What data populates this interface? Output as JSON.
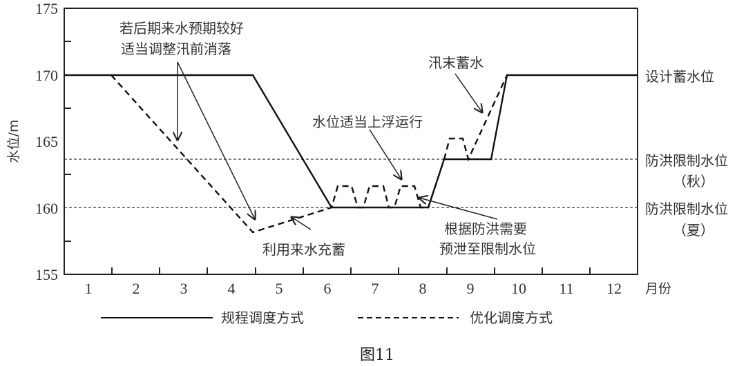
{
  "chart_data": {
    "type": "line",
    "title": "",
    "caption": "图11",
    "xlabel": "月份",
    "ylabel": "水位/m",
    "ylim": [
      155,
      175
    ],
    "xlim": [
      0.5,
      12.5
    ],
    "yticks": [
      155,
      160,
      165,
      170,
      175
    ],
    "yticks_minor": [
      157.5,
      162.5,
      167.5,
      172.5
    ],
    "xticks": [
      "1",
      "2",
      "3",
      "4",
      "5",
      "6",
      "7",
      "8",
      "9",
      "10",
      "11",
      "12"
    ],
    "grid": false,
    "legend_position": "bottom",
    "reference_lines": [
      {
        "name": "设计蓄水位",
        "value": 170,
        "style": "solid"
      },
      {
        "name": "防洪限制水位（秋）",
        "line1": "防洪限制水位",
        "line2": "（秋）",
        "value": 163.6,
        "style": "dotted"
      },
      {
        "name": "防洪限制水位（夏）",
        "line1": "防洪限制水位",
        "line2": "（夏）",
        "value": 160,
        "style": "dotted"
      }
    ],
    "series": [
      {
        "name": "规程调度方式",
        "style": "solid",
        "x": [
          0.5,
          4.4,
          6.0,
          8.2,
          8.5,
          9.5,
          9.8,
          12.5
        ],
        "y": [
          170,
          170,
          160,
          160,
          163.6,
          163.6,
          170,
          170
        ]
      },
      {
        "name": "优化调度方式",
        "style": "dashed",
        "x": [
          0.5,
          1.5,
          4.4,
          6.0,
          6.1,
          6.3,
          6.5,
          6.6,
          6.8,
          7.0,
          7.2,
          7.3,
          7.5,
          7.7,
          7.9,
          8.0,
          8.5,
          8.6,
          8.9,
          9.0,
          9.8,
          12.5
        ],
        "y": [
          170,
          170,
          158.1,
          160,
          161.6,
          161.6,
          160,
          160,
          161.6,
          161.6,
          160,
          160,
          161.6,
          161.6,
          160,
          160,
          163.6,
          165.2,
          165.2,
          163.6,
          170,
          170
        ]
      }
    ],
    "annotations": [
      {
        "text": [
          "若后期来水预期较好",
          "适当调整汛前消落"
        ],
        "target": "dashed drawdown in months 2–4"
      },
      {
        "text": [
          "利用来水充蓄"
        ],
        "target": "dashed refill in months 4–6"
      },
      {
        "text": [
          "水位适当上浮运行"
        ],
        "target": "dashed humps in months 6–8"
      },
      {
        "text": [
          "根据防洪需要",
          "预泄至限制水位"
        ],
        "target": "dashed return to 160 in month 8"
      },
      {
        "text": [
          "汛末蓄水"
        ],
        "target": "dashed rise in month 9"
      }
    ]
  },
  "labels": {
    "ylabel": "水位/m",
    "xlabel": "月份",
    "caption": "图11",
    "ann1_l1": "若后期来水预期较好",
    "ann1_l2": "适当调整汛前消落",
    "ann2": "利用来水充蓄",
    "ann3": "水位适当上浮运行",
    "ann4_l1": "根据防洪需要",
    "ann4_l2": "预泄至限制水位",
    "ann5": "汛末蓄水",
    "ref_design": "设计蓄水位",
    "ref_autumn_l1": "防洪限制水位",
    "ref_autumn_l2": "（秋）",
    "ref_summer_l1": "防洪限制水位",
    "ref_summer_l2": "（夏）",
    "legend_solid": "规程调度方式",
    "legend_dashed": "优化调度方式",
    "y175": "175",
    "y170": "170",
    "y165": "165",
    "y160": "160",
    "y155": "155",
    "m1": "1",
    "m2": "2",
    "m3": "3",
    "m4": "4",
    "m5": "5",
    "m6": "6",
    "m7": "7",
    "m8": "8",
    "m9": "9",
    "m10": "10",
    "m11": "11",
    "m12": "12"
  }
}
